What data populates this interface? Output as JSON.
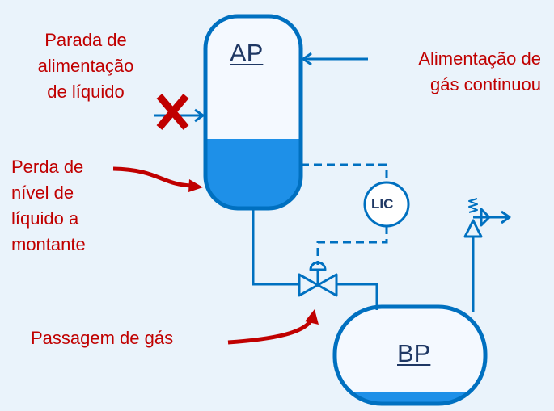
{
  "labels": {
    "liquid_feed_stop": [
      "Parada de",
      "alimentação",
      "de líquido"
    ],
    "gas_feed": [
      "Alimentação de",
      "gás continuou"
    ],
    "level_loss": [
      "Perda de",
      "nível de",
      "líquido a",
      "montante"
    ],
    "gas_blowby": "Passagem de gás"
  },
  "vessels": {
    "high_pressure": "AP",
    "low_pressure": "BP"
  },
  "controller": "LIC",
  "colors": {
    "pipe": "#0070c0",
    "label": "#c00000",
    "liquid": "#1e90e8",
    "vessel_fill": "#f4f9ff",
    "background": "#eaf3fb",
    "text_dark": "#1f3864"
  }
}
